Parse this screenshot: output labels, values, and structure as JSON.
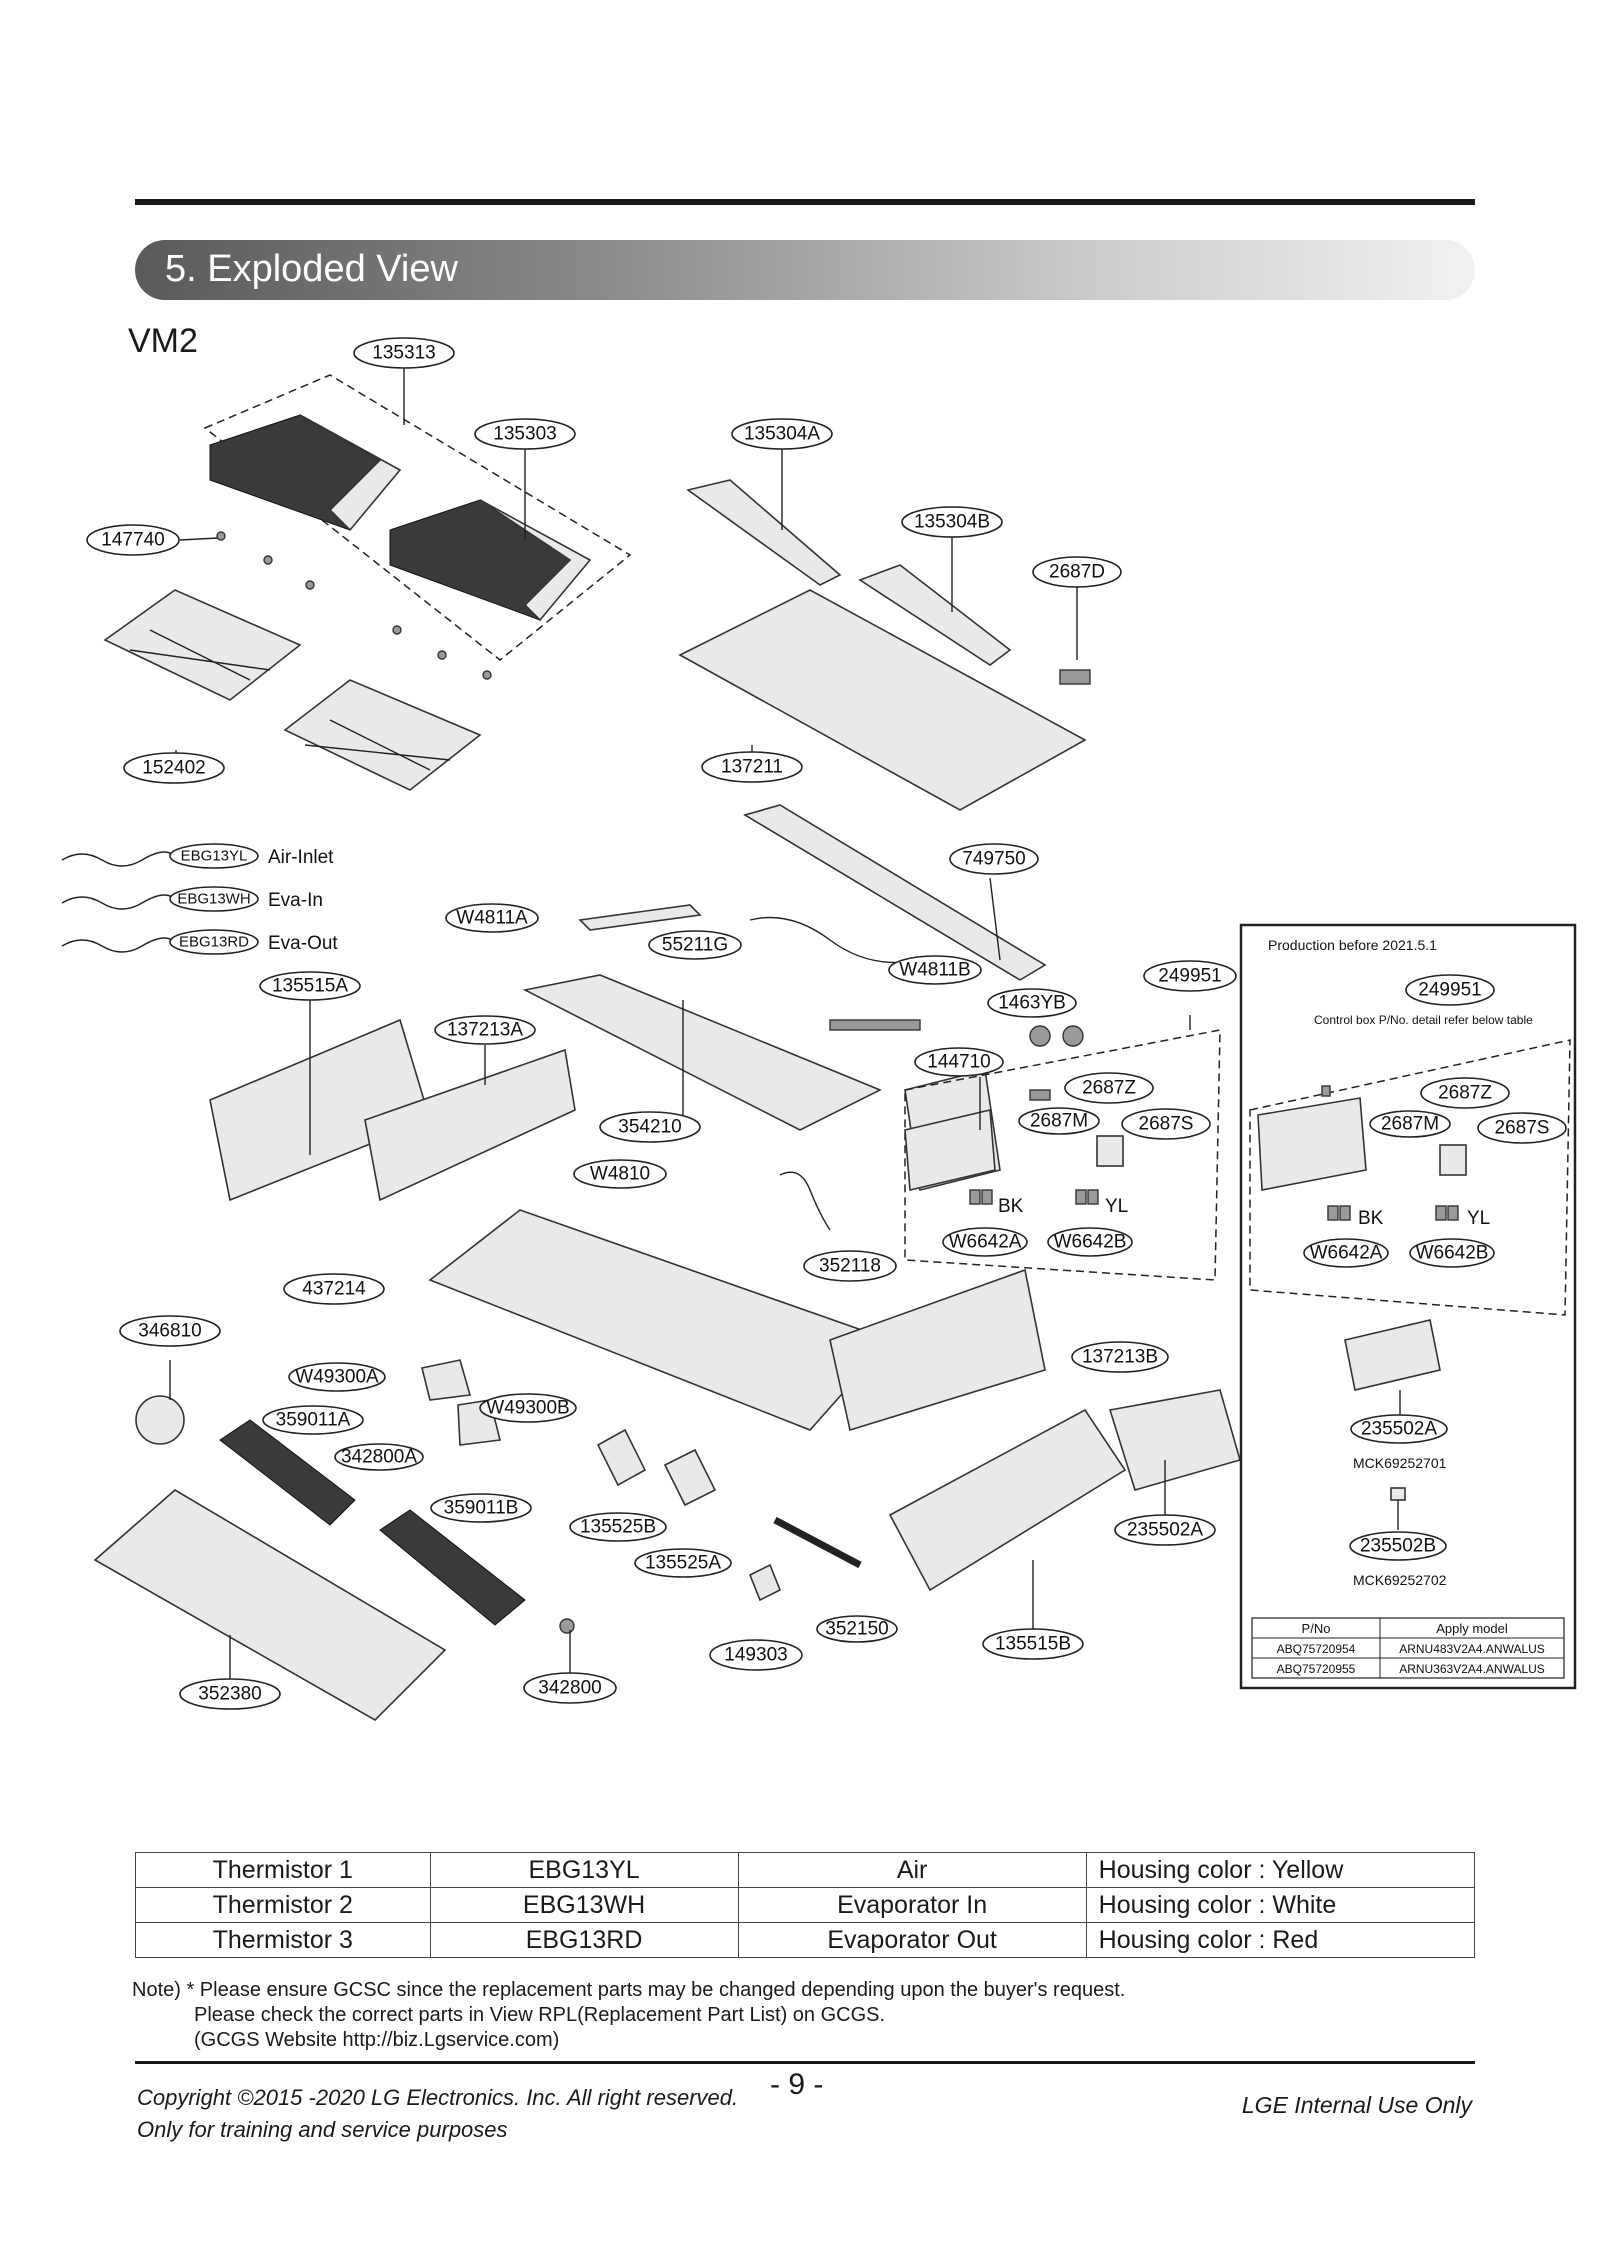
{
  "header": {
    "title": "5. Exploded View",
    "model": "VM2"
  },
  "callouts": {
    "c135313": "135313",
    "c135303": "135303",
    "c135304A": "135304A",
    "c135304B": "135304B",
    "c2687D": "2687D",
    "c147740": "147740",
    "c152402": "152402",
    "c137211": "137211",
    "cEBG13YL": "EBG13YL",
    "cEBG13WH": "EBG13WH",
    "cEBG13RD": "EBG13RD",
    "c749750": "749750",
    "cW4811A": "W4811A",
    "c55211G": "55211G",
    "cW4811B": "W4811B",
    "c249951": "249951",
    "c1463YB": "1463YB",
    "c144710": "144710",
    "c135515A": "135515A",
    "c137213A": "137213A",
    "c354210": "354210",
    "c2687Z": "2687Z",
    "c2687M": "2687M",
    "c2687S": "2687S",
    "cW4810": "W4810",
    "cW6642A": "W6642A",
    "cW6642B": "W6642B",
    "c352118": "352118",
    "c437214": "437214",
    "c346810": "346810",
    "cW49300A": "W49300A",
    "cW49300B": "W49300B",
    "c359011A": "359011A",
    "c342800A": "342800A",
    "c359011B": "359011B",
    "c137213B": "137213B",
    "c135525B": "135525B",
    "c135525A": "135525A",
    "c235502A": "235502A",
    "c352150": "352150",
    "c135515B": "135515B",
    "c149303": "149303",
    "c342800": "342800",
    "c352380": "352380",
    "c235502B": "235502B"
  },
  "labels": {
    "air_inlet": "Air-Inlet",
    "eva_in": "Eva-In",
    "eva_out": "Eva-Out",
    "bk": "BK",
    "yl": "YL"
  },
  "side_panel": {
    "title": "Production before 2021.5.1",
    "control_box_note": "Control box P/No. detail refer below table",
    "part_249951": "249951",
    "part_2687Z": "2687Z",
    "part_2687M": "2687M",
    "part_2687S": "2687S",
    "part_W6642A": "W6642A",
    "part_W6642B": "W6642B",
    "bk": "BK",
    "yl": "YL",
    "part_235502A": "235502A",
    "pn_235502A": "MCK69252701",
    "part_235502B": "235502B",
    "pn_235502B": "MCK69252702",
    "table_headers": [
      "P/No",
      "Apply model"
    ],
    "table_rows": [
      [
        "ABQ75720954",
        "ARNU483V2A4.ANWALUS"
      ],
      [
        "ABQ75720955",
        "ARNU363V2A4.ANWALUS"
      ]
    ]
  },
  "thermistor_table": [
    [
      "Thermistor 1",
      "EBG13YL",
      "Air",
      "Housing color : Yellow"
    ],
    [
      "Thermistor 2",
      "EBG13WH",
      "Evaporator In",
      "Housing color : White"
    ],
    [
      "Thermistor 3",
      "EBG13RD",
      "Evaporator Out",
      "Housing color : Red"
    ]
  ],
  "note": {
    "line1": "Note) * Please ensure GCSC since the replacement parts may be changed depending upon the buyer's request.",
    "line2": "Please check the correct parts in View RPL(Replacement Part List) on GCGS.",
    "line3": "(GCGS Website http://biz.Lgservice.com)"
  },
  "footer": {
    "copyright1": "Copyright ©2015 -2020 LG Electronics. Inc. All right reserved.",
    "copyright2": "Only for training and service purposes",
    "page_number": "- 9 -",
    "internal": "LGE Internal Use Only"
  }
}
